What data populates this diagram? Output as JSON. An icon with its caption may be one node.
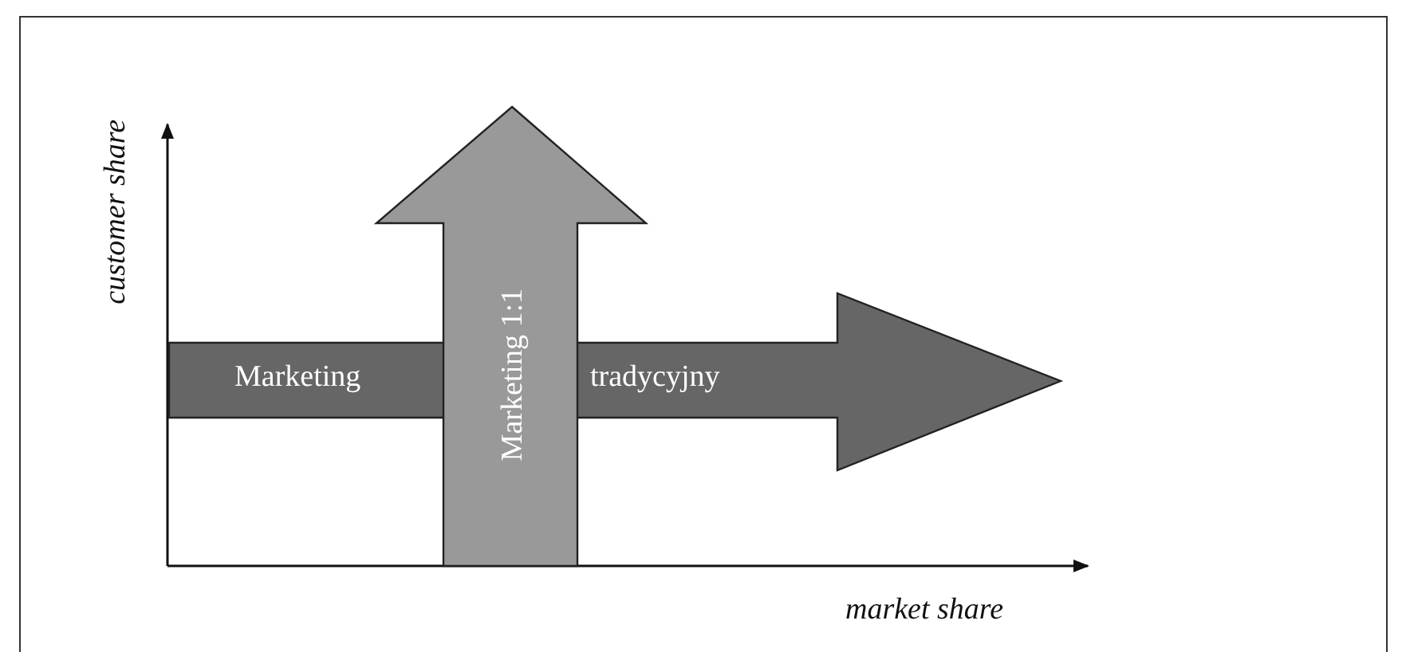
{
  "diagram": {
    "nodes": [
      {
        "text": [
          "Marketing",
          "tradycyjny"
        ]
      },
      {
        "text": [
          "Marketing 1:1"
        ]
      }
    ],
    "labels": [
      "customer share",
      "market share"
    ]
  }
}
